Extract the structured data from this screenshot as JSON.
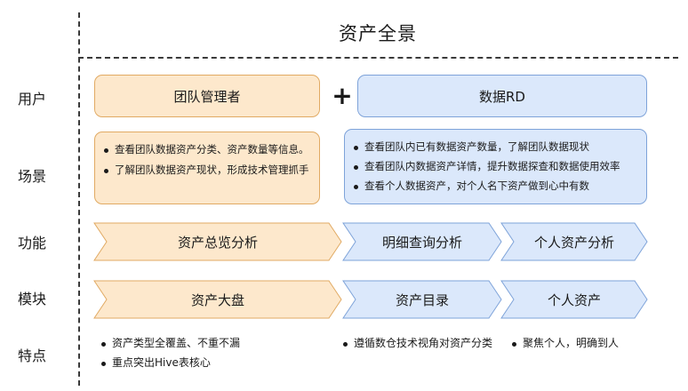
{
  "title": "资产全景",
  "rows": {
    "users": "用户",
    "scenes": "场景",
    "functions": "功能",
    "modules": "模块",
    "features": "特点"
  },
  "users": {
    "left": "团队管理者",
    "plus": "+",
    "right": "数据RD"
  },
  "scenes": {
    "left": [
      "查看团队数据资产分类、资产数量等信息。",
      "了解团队数据资产现状，形成技术管理抓手"
    ],
    "right": [
      "查看团队内已有数据资产数量，了解团队数据现状",
      "查看团队内数据资产详情，提升数据探查和数据使用效率",
      "查看个人数据资产，对个人名下资产做到心中有数"
    ]
  },
  "functions": [
    "资产总览分析",
    "明细查询分析",
    "个人资产分析"
  ],
  "modules": [
    "资产大盘",
    "资产目录",
    "个人资产"
  ],
  "features": {
    "col1": [
      "资产类型全覆盖、不重不漏",
      "重点突出Hive表核心"
    ],
    "col2": [
      "遵循数仓技术视角对资产分类"
    ],
    "col3": [
      "聚焦个人，明确到人"
    ]
  },
  "colors": {
    "orange_fill": "#fde8cc",
    "orange_border": "#e1aa63",
    "blue_fill": "#dbe8fb",
    "blue_border": "#7ea3d9"
  }
}
